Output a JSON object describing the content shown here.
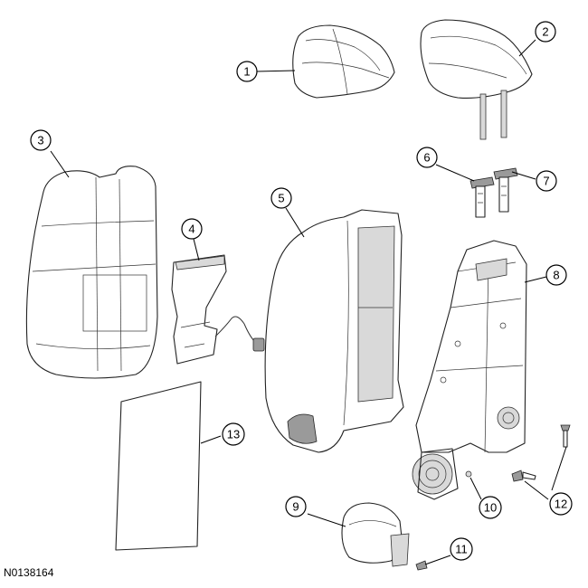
{
  "figure_id": "N0138164",
  "callouts": [
    "1",
    "2",
    "3",
    "4",
    "5",
    "6",
    "7",
    "8",
    "9",
    "10",
    "11",
    "12",
    "13"
  ]
}
